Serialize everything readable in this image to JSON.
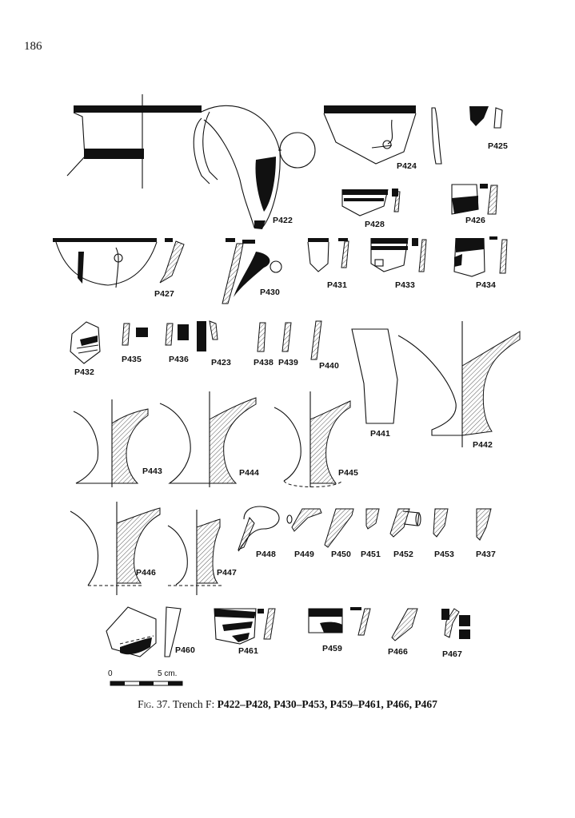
{
  "page": {
    "number": "186"
  },
  "figure_labels": {
    "p422": "P422",
    "p424": "P424",
    "p425": "P425",
    "p426": "P426",
    "p428": "P428",
    "p427": "P427",
    "p430": "P430",
    "p431": "P431",
    "p433": "P433",
    "p434": "P434",
    "p432": "P432",
    "p435": "P435",
    "p436": "P436",
    "p423": "P423",
    "p438": "P438",
    "p439": "P439",
    "p440": "P440",
    "p441": "P441",
    "p442": "P442",
    "p443": "P443",
    "p444": "P444",
    "p445": "P445",
    "p446": "P446",
    "p447": "P447",
    "p448": "P448",
    "p449": "P449",
    "p450": "P450",
    "p451": "P451",
    "p452": "P452",
    "p453": "P453",
    "p437": "P437",
    "p460": "P460",
    "p461": "P461",
    "p459": "P459",
    "p466": "P466",
    "p467": "P467"
  },
  "scale": {
    "start": "0",
    "end": "5 cm."
  },
  "caption": {
    "prefix": "Fig. 37.",
    "text": " Trench F: ",
    "bold": "P422–P428, P430–P453, P459–P461, P466, P467"
  }
}
